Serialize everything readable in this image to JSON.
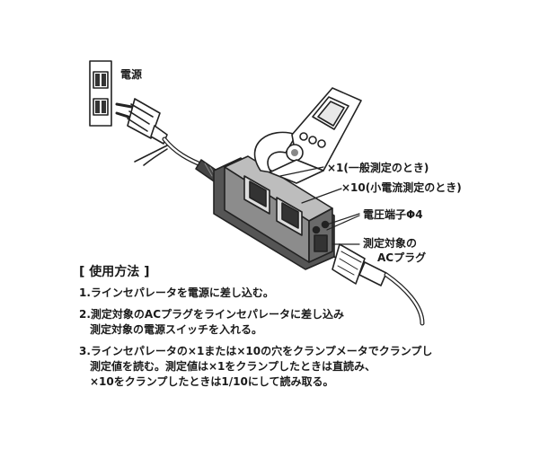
{
  "labels": {
    "power": "電源",
    "x1": "×1(一般測定のとき)",
    "x10": "×10(小電流測定のとき)",
    "voltage_terminal": "電圧端子Φ4",
    "target_line1": "測定対象の",
    "target_line2": "ACプラグ"
  },
  "instructions": {
    "title": "[ 使用方法 ]",
    "steps": [
      {
        "lines": [
          "1.ラインセパレータを電源に差し込む。"
        ]
      },
      {
        "lines": [
          "2.測定対象のACプラグをラインセパレータに差し込み",
          "測定対象の電源スイッチを入れる。"
        ]
      },
      {
        "lines": [
          "3.ラインセパレータの×1または×10の穴をクランプメータでクランプし",
          "測定値を読む。測定値は×1をクランプしたときは直読み、",
          "×10をクランプしたときは1/10にして読み取る。"
        ]
      }
    ]
  }
}
